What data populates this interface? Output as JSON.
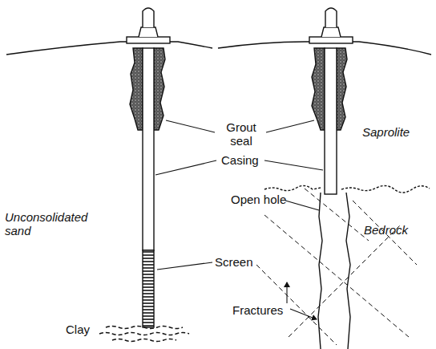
{
  "diagram": {
    "labels": [
      "Grout seal",
      "Casing",
      "Unconsolidated sand",
      "Screen",
      "Clay",
      "Open hole",
      "Saprolite",
      "Bedrock",
      "Fractures"
    ]
  }
}
